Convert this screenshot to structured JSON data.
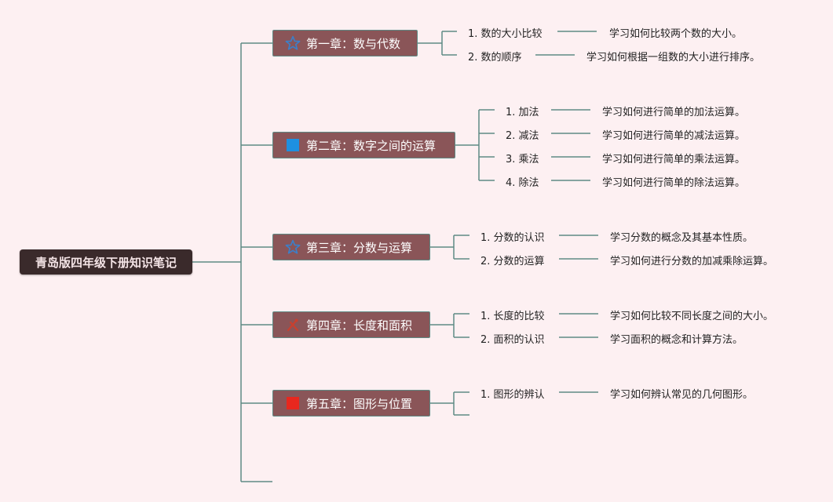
{
  "root": {
    "label": "青岛版四年级下册知识笔记"
  },
  "chapters": [
    {
      "label": "第一章：数与代数",
      "icon": "star-outline-icon",
      "items": [
        {
          "label": "1. 数的大小比较",
          "desc": "学习如何比较两个数的大小。"
        },
        {
          "label": "2. 数的顺序",
          "desc": "学习如何根据一组数的大小进行排序。"
        }
      ]
    },
    {
      "label": "第二章：数字之间的运算",
      "icon": "blue-square-icon",
      "items": [
        {
          "label": "1. 加法",
          "desc": "学习如何进行简单的加法运算。"
        },
        {
          "label": "2. 减法",
          "desc": "学习如何进行简单的减法运算。"
        },
        {
          "label": "3. 乘法",
          "desc": "学习如何进行简单的乘法运算。"
        },
        {
          "label": "4. 除法",
          "desc": "学习如何进行简单的除法运算。"
        }
      ]
    },
    {
      "label": "第三章：分数与运算",
      "icon": "star-outline-icon",
      "items": [
        {
          "label": "1. 分数的认识",
          "desc": "学习分数的概念及其基本性质。"
        },
        {
          "label": "2. 分数的运算",
          "desc": "学习如何进行分数的加减乘除运算。"
        }
      ]
    },
    {
      "label": "第四章：长度和面积",
      "icon": "tools-icon",
      "items": [
        {
          "label": "1. 长度的比较",
          "desc": "学习如何比较不同长度之间的大小。"
        },
        {
          "label": "2. 面积的认识",
          "desc": "学习面积的概念和计算方法。"
        }
      ]
    },
    {
      "label": "第五章：图形与位置",
      "icon": "red-square-icon",
      "items": [
        {
          "label": "1. 图形的辨认",
          "desc": "学习如何辨认常见的几何图形。"
        }
      ]
    }
  ],
  "colors": {
    "line": "#5e8a84",
    "root_bg": "#3a2a2b",
    "chapter_bg": "#8a5558",
    "background": "#fdf0f2"
  }
}
